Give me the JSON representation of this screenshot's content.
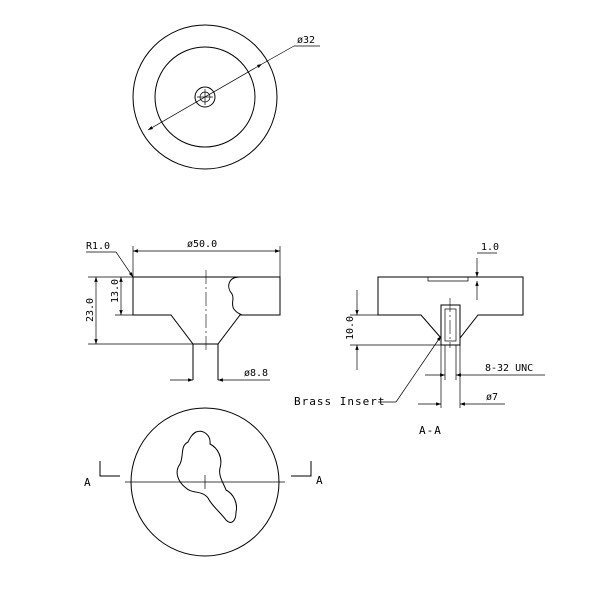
{
  "top_view": {
    "dia_outer": "ø32"
  },
  "front_view": {
    "radius_label": "R1.0",
    "dia_top": "ø50.0",
    "height_total": "23.0",
    "height_upper": "13.0",
    "dia_bottom": "ø8.8"
  },
  "section_view": {
    "dim_top": "1.0",
    "dim_depth": "10.0",
    "thread": "8-32 UNC",
    "insert_label": "Brass Insert",
    "dia_insert": "ø7",
    "section_label": "A-A"
  },
  "bottom_view": {
    "cut_left": "A",
    "cut_right": "A"
  }
}
